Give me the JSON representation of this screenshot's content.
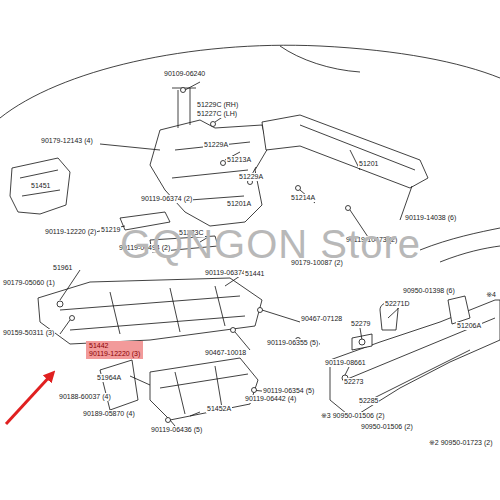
{
  "diagram": {
    "nodes": [
      {
        "text": [
          "51442",
          "90119-12220 (3)"
        ]
      }
    ],
    "labels": [
      "90109-06240",
      "51229C (RH)",
      "51227C (LH)",
      "51229A",
      "90179-12143 (4)",
      "51451",
      "51213A",
      "51229A",
      "51201",
      "90119-06374 (2)",
      "51201A",
      "51214A",
      "90119-14038 (6)",
      "90119-10473 (2)",
      "90119-12220 (2)",
      "51219",
      "51223C",
      "90119-06494 (2)",
      "51961",
      "90119-06374 (2)",
      "90179-10087 (2)",
      "90179-05060 (1)",
      "51441",
      "90467-07128",
      "90159-50311 (3)",
      "90119-06355 (5)",
      "90467-10018",
      "51964A",
      "90119-06354 (5)",
      "90188-60037 (4)",
      "90119-06442 (4)",
      "51452A",
      "90189-05870 (4)",
      "90119-06436 (5)",
      "90950-01398 (6)",
      "※4",
      "52271D",
      "51206A",
      "52279",
      "90119-08661",
      "52273",
      "52285",
      "※3 90950-01506 (2)",
      "90950-01506 (2)",
      "※2 90950-01723 (2)",
      "GQNGON Store"
    ]
  }
}
